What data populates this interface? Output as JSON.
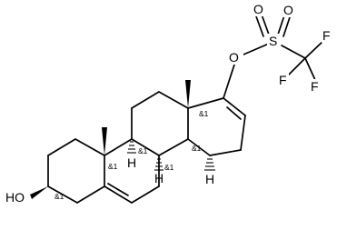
{
  "atoms": {
    "o_ester": "O",
    "s": "S",
    "o_top_left": "O",
    "o_top_right": "O",
    "f1": "F",
    "f2": "F",
    "f3": "F",
    "hydroxyl": "HO",
    "h_c8": "H",
    "h_c9": "H",
    "h_c14": "H"
  },
  "stereo_labels": {
    "c3": "&1",
    "c8": "&1",
    "c9": "&1",
    "c10": "&1",
    "c13": "&1",
    "c14": "&1"
  }
}
